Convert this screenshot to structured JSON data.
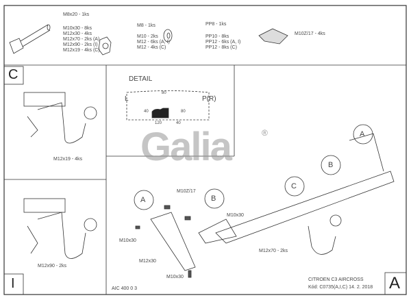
{
  "parts": {
    "bolts": [
      "M8x20 - 1ks",
      "M10x30 - 8ks",
      "M12x30 - 4ks",
      "M12x70 - 2ks (A)",
      "M12x90 - 2ks (I)",
      "M12x19 - 4ks (C)"
    ],
    "nuts": [
      "M8 - 1ks",
      "M10 - 2ks",
      "M12 - 6ks (A, I)",
      "M12 - 4ks (C)"
    ],
    "washers": [
      "PP8 - 1ks",
      "PP10 - 8ks",
      "PP12 - 6ks (A, I)",
      "PP12 - 8ks (C)"
    ],
    "clip": "M10Z/17 - 4ks"
  },
  "panel_c": {
    "label": "C",
    "bolt": "M12x19 - 4ks"
  },
  "panel_i": {
    "label": "I",
    "bolt": "M12x90 - 2ks"
  },
  "detail": {
    "title": "DETAIL",
    "left": "L",
    "right": "P(R)",
    "dims": [
      "80",
      "40",
      "80",
      "120",
      "40"
    ]
  },
  "logo": {
    "text": "Galia",
    "mark": "®"
  },
  "main": {
    "callouts": [
      "A",
      "B",
      "C",
      "A",
      "B"
    ],
    "labels": {
      "clip": "M10Z/17",
      "m10a": "M10x30",
      "m10b": "M10x30",
      "m12x30": "M12x30",
      "m10c": "M10x30",
      "m12x70": "M12x70 - 2ks"
    }
  },
  "footer": {
    "code": "AIC 400 0 3",
    "vehicle": "CITROEN C3 AIRCROSS",
    "kod": "Kód: C0735(A,I,C)  14. 2. 2018",
    "sheet": "A"
  }
}
